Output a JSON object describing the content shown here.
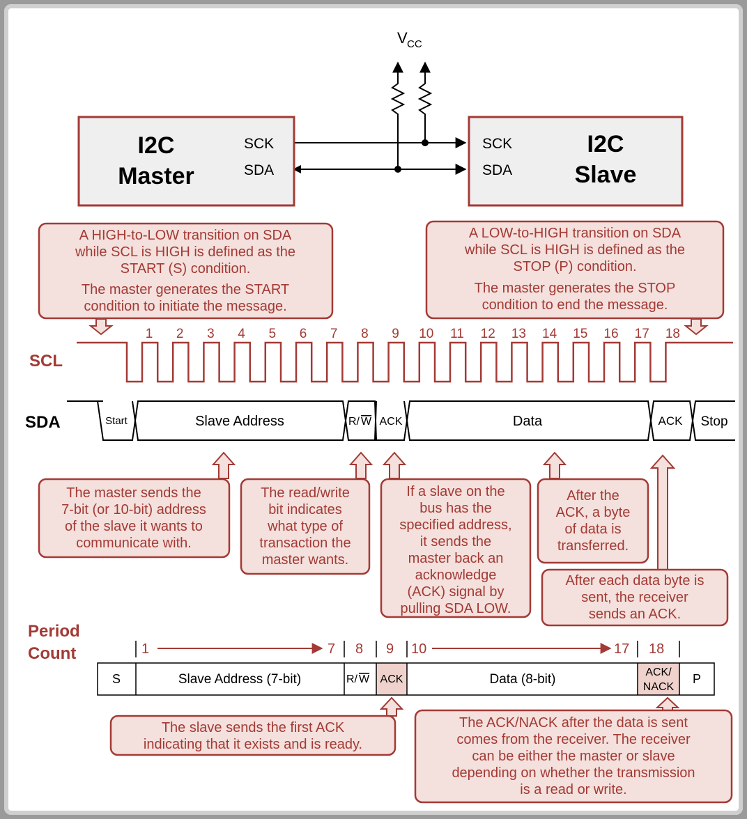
{
  "vcc": {
    "v": "V",
    "sub": "CC"
  },
  "master": {
    "title1": "I2C",
    "title2": "Master",
    "sck": "SCK",
    "sda": "SDA"
  },
  "slave": {
    "title1": "I2C",
    "title2": "Slave",
    "sck": "SCK",
    "sda": "SDA"
  },
  "start_note": [
    "A HIGH-to-LOW transition on SDA",
    "while SCL is HIGH is defined as the",
    "START (S) condition.",
    "The master generates the START",
    "condition to initiate the message."
  ],
  "stop_note": [
    "A LOW-to-HIGH transition on SDA",
    "while SCL is HIGH is defined as the",
    "STOP (P) condition.",
    "The master generates the STOP",
    "condition to end the message."
  ],
  "scl_label": "SCL",
  "sda_label": "SDA",
  "clock_numbers": [
    "1",
    "2",
    "3",
    "4",
    "5",
    "6",
    "7",
    "8",
    "9",
    "10",
    "11",
    "12",
    "13",
    "14",
    "15",
    "16",
    "17",
    "18"
  ],
  "sda_fields": {
    "start": "Start",
    "address": "Slave Address",
    "rw_r": "R/",
    "rw_w": "W",
    "ack1": "ACK",
    "data": "Data",
    "ack2": "ACK",
    "stop": "Stop"
  },
  "notes": {
    "address": [
      "The master sends the",
      "7-bit (or 10-bit) address",
      "of the slave it wants to",
      "communicate with."
    ],
    "rw": [
      "The read/write",
      "bit indicates",
      "what type of",
      "transaction the",
      "master wants."
    ],
    "ack": [
      "If a slave on the",
      "bus has the",
      "specified address,",
      "it sends the",
      "master back an",
      "acknowledge",
      "(ACK) signal by",
      "pulling SDA LOW."
    ],
    "data": [
      "After the",
      "ACK, a byte",
      "of data is",
      "transferred."
    ],
    "receiver_ack": [
      "After each data byte is",
      "sent, the receiver",
      "sends an ACK."
    ],
    "first_ack": [
      "The slave sends the first ACK",
      "indicating that it exists and is ready."
    ],
    "nack": [
      "The ACK/NACK after the data is sent",
      "comes from the receiver.  The receiver",
      "can be either the master or slave",
      "depending on whether the transmission",
      "is a read or write."
    ]
  },
  "period": {
    "label1": "Period",
    "label2": "Count",
    "n1": "1",
    "n7": "7",
    "n8": "8",
    "n9": "9",
    "n10": "10",
    "n17": "17",
    "n18": "18",
    "cells": {
      "s": "S",
      "address": "Slave Address (7-bit)",
      "rw_r": "R/",
      "rw_w": "W",
      "ack": "ACK",
      "data": "Data (8-bit)",
      "acknack1": "ACK/",
      "acknack2": "NACK",
      "p": "P"
    }
  },
  "colors": {
    "accent": "#a33a35",
    "fill": "#f4e0dc"
  }
}
